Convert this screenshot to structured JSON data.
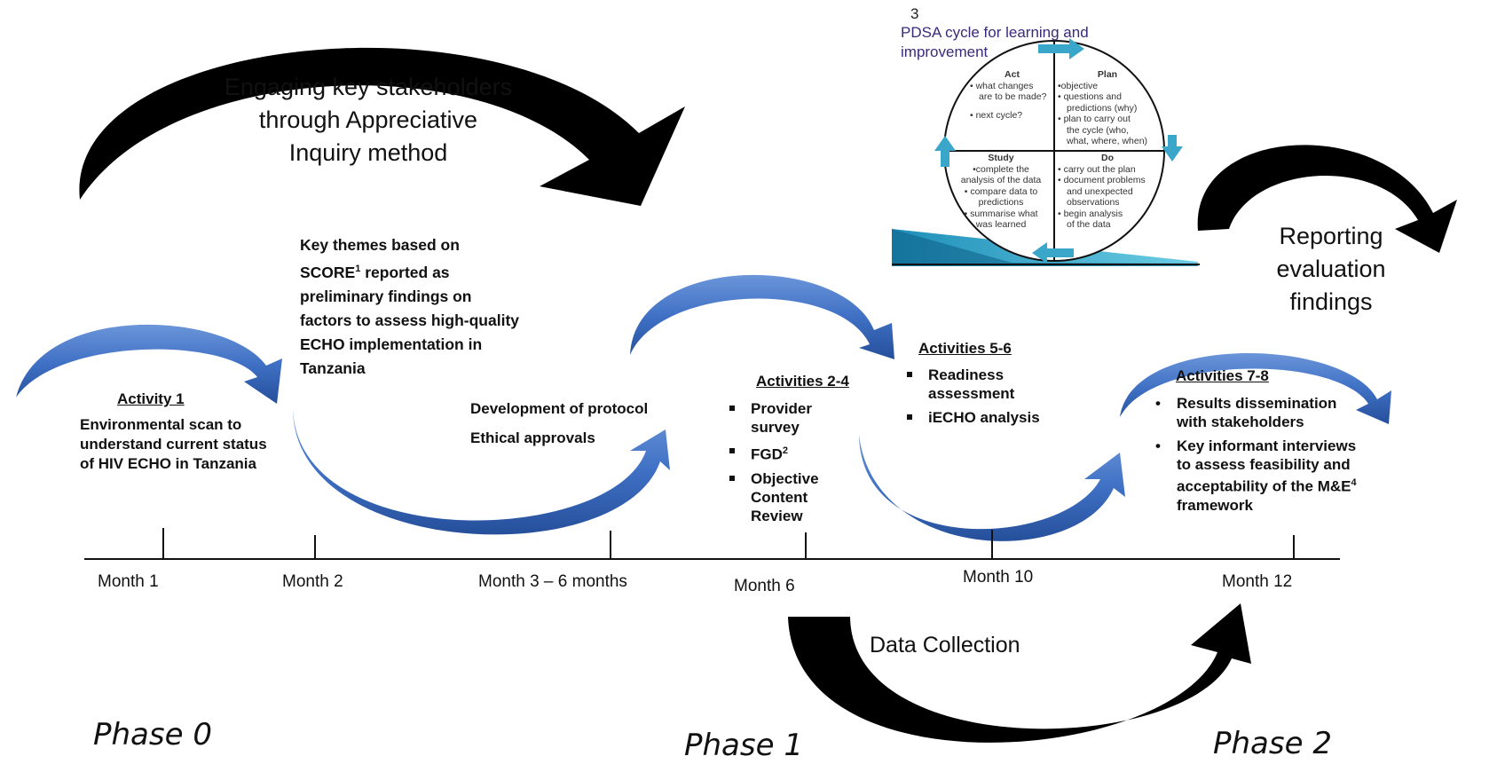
{
  "engaging_label": "Engaging key stakeholders through Appreciative Inquiry method",
  "reporting_label": "Reporting evaluation findings",
  "data_collection_label": "Data Collection",
  "key_themes": {
    "pre": "Key themes based on SCORE",
    "sup": "1",
    "post": " reported as preliminary findings on factors to assess high-quality ECHO implementation in Tanzania"
  },
  "activity1": {
    "title": "Activity 1",
    "text": "Environmental scan to understand current status of HIV ECHO in Tanzania"
  },
  "development": [
    "Development of protocol",
    "Ethical approvals"
  ],
  "activities_2_4": {
    "title": "Activities 2-4",
    "items": [
      "Provider survey",
      "FGD",
      "Objective Content Review"
    ],
    "fgd_sup": "2"
  },
  "activities_5_6": {
    "title": "Activities 5-6",
    "items": [
      "Readiness assessment",
      "iECHO analysis"
    ]
  },
  "activities_7_8": {
    "title": "Activities 7-8",
    "items": [
      "Results dissemination with stakeholders"
    ],
    "item2_pre": "Key informant interviews to assess feasibility and acceptability of the M&E",
    "item2_sup": "4",
    "item2_post": " framework"
  },
  "months": [
    "Month 1",
    "Month 2",
    "Month 3 – 6 months",
    "Month 6",
    "Month 10",
    "Month 12"
  ],
  "phases": [
    "Phase 0",
    "Phase 1",
    "Phase 2"
  ],
  "pdsa": {
    "number": "3",
    "title": "PDSA cycle for learning and improvement",
    "act": {
      "heading": "Act",
      "lines": [
        "• what changes",
        "are to be made?",
        "",
        "• next cycle?"
      ]
    },
    "plan": {
      "heading": "Plan",
      "lines": [
        "•objective",
        "• questions and",
        "predictions (why)",
        "• plan to carry out",
        "the cycle (who,",
        "what, where, when)"
      ]
    },
    "study": {
      "heading": "Study",
      "lines": [
        "•complete the",
        "analysis of the data",
        "• compare data to",
        "predictions",
        "• summarise what",
        "was learned"
      ]
    },
    "do": {
      "heading": "Do",
      "lines": [
        "• carry out the plan",
        "• document problems",
        "and unexpected",
        "observations",
        "• begin analysis",
        "of the data"
      ]
    }
  },
  "colors": {
    "blue_arrow": "#3f70c4",
    "black_arrow": "#000000",
    "teal_arrow": "#3aa6c9",
    "pdsa_title": "#3a2a7a"
  }
}
